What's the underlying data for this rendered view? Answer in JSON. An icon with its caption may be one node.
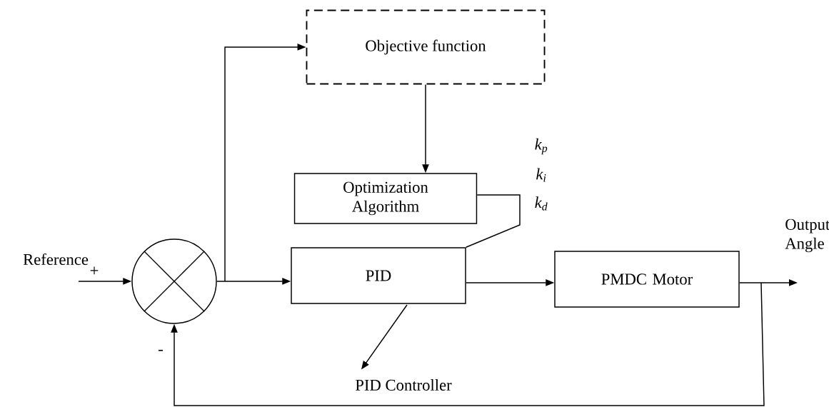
{
  "diagram": {
    "nodes": [
      {
        "text": [],
        "shape": "circle"
      },
      {
        "text": [
          "Objective function"
        ]
      },
      {
        "text": [
          "Optimization Algorithm"
        ]
      },
      {
        "text": [
          "PID"
        ]
      },
      {
        "text": [
          "PMDC Motor"
        ]
      },
      {
        "text": [
          "PID Controller"
        ]
      }
    ],
    "edges": [
      {
        "from": null,
        "to": 0,
        "arrow": "to"
      },
      {
        "from": 0,
        "to": 1,
        "arrow": "to"
      },
      {
        "from": 0,
        "to": 3,
        "arrow": "to"
      },
      {
        "from": 1,
        "to": 2,
        "arrow": "to"
      },
      {
        "from": 2,
        "to": 3,
        "arrow": "none"
      },
      {
        "from": 3,
        "to": 4,
        "arrow": "to"
      },
      {
        "from": 3,
        "to": 5,
        "arrow": "to"
      },
      {
        "from": 4,
        "to": null,
        "arrow": "to"
      },
      {
        "from": 4,
        "to": 0,
        "arrow": "to"
      }
    ],
    "labels": [
      "Reference",
      "+",
      "-",
      "k$_{p}$",
      "k$_{i}$",
      "k$_{d}$",
      "Output Angle"
    ]
  }
}
